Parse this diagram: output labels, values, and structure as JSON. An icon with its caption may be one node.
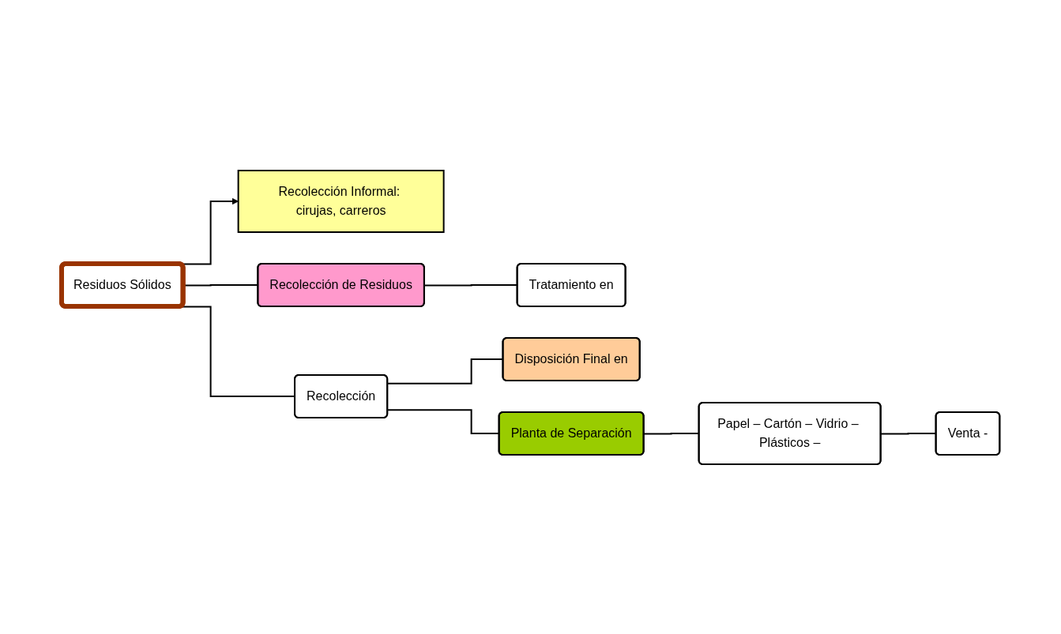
{
  "diagram": {
    "nodes": [
      {
        "text": [
          "Residuos Sólidos"
        ]
      },
      {
        "text": [
          "Recolección Informal: cirujas, carreros"
        ]
      },
      {
        "text": [
          "Recolección de Residuos"
        ]
      },
      {
        "text": [
          "Tratamiento en"
        ]
      },
      {
        "text": [
          "Recolección"
        ]
      },
      {
        "text": [
          "Disposición Final en"
        ]
      },
      {
        "text": [
          "Planta de Separación"
        ]
      },
      {
        "text": [
          "Papel – Cartón – Vidrio – Plásticos –"
        ]
      },
      {
        "text": [
          "Venta -"
        ]
      }
    ],
    "edges": [
      {
        "from": 0,
        "to": 1,
        "arrow": "to"
      },
      {
        "from": 0,
        "to": 2,
        "arrow": "none"
      },
      {
        "from": 2,
        "to": 3,
        "arrow": "none"
      },
      {
        "from": 0,
        "to": 4,
        "arrow": "none"
      },
      {
        "from": 4,
        "to": 5,
        "arrow": "none"
      },
      {
        "from": 4,
        "to": 6,
        "arrow": "none"
      },
      {
        "from": 6,
        "to": 7,
        "arrow": "none"
      },
      {
        "from": 7,
        "to": 8,
        "arrow": "none"
      }
    ]
  }
}
